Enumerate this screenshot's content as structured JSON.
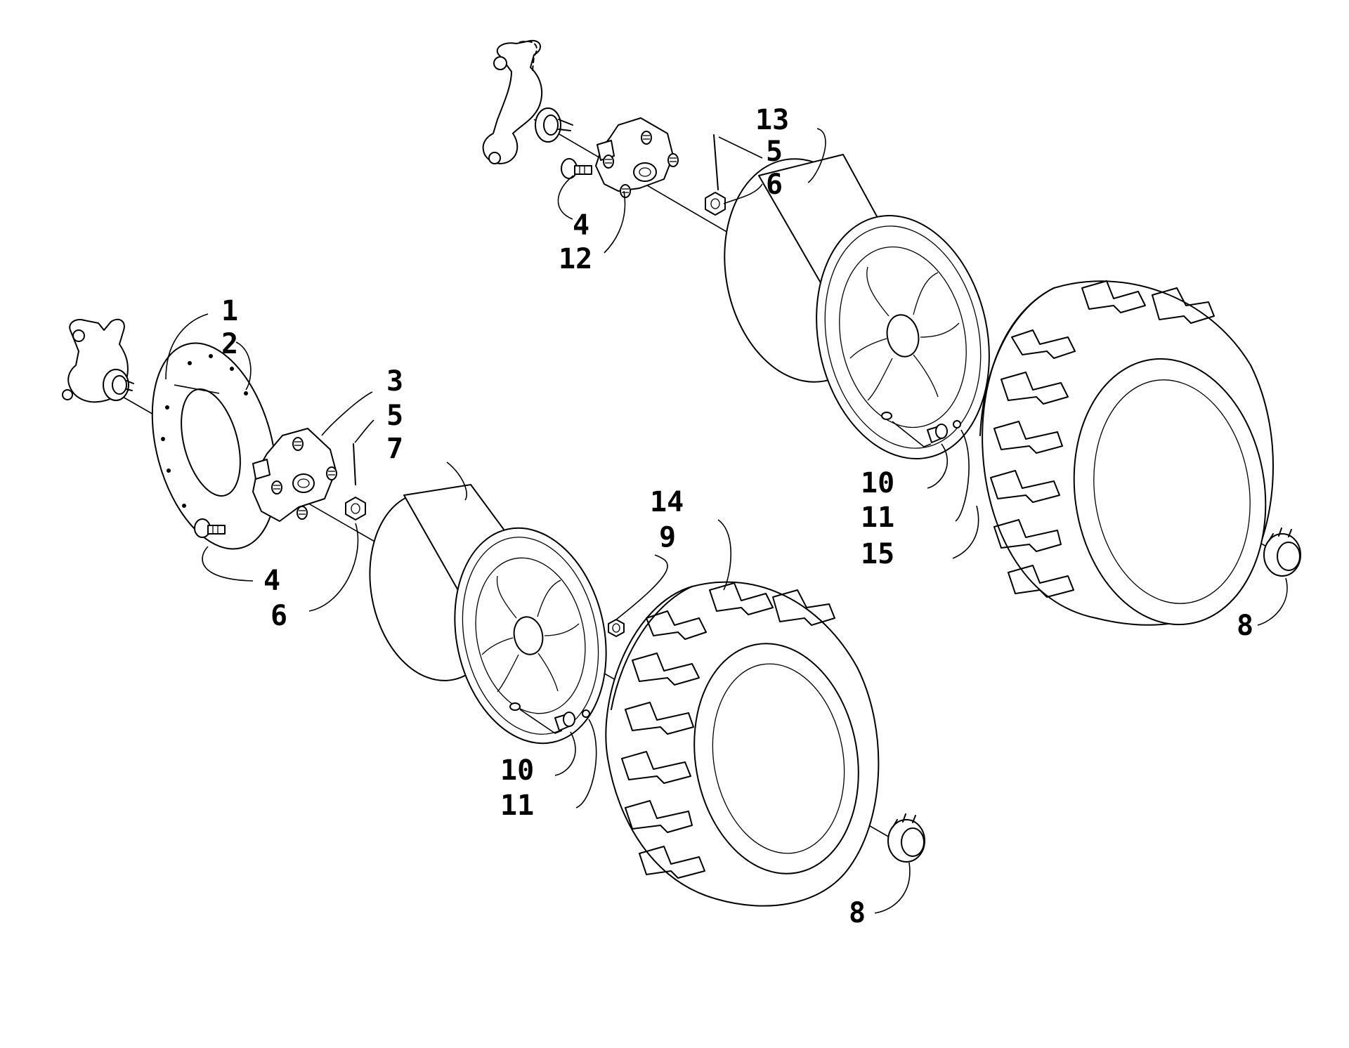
{
  "callouts": [
    {
      "id": "c1",
      "text": "1"
    },
    {
      "id": "c2",
      "text": "2"
    },
    {
      "id": "c3",
      "text": "3"
    },
    {
      "id": "c4a",
      "text": "4"
    },
    {
      "id": "c4b",
      "text": "4"
    },
    {
      "id": "c5a",
      "text": "5"
    },
    {
      "id": "c5b",
      "text": "5"
    },
    {
      "id": "c6a",
      "text": "6"
    },
    {
      "id": "c6b",
      "text": "6"
    },
    {
      "id": "c7",
      "text": "7"
    },
    {
      "id": "c8a",
      "text": "8"
    },
    {
      "id": "c8b",
      "text": "8"
    },
    {
      "id": "c9",
      "text": "9"
    },
    {
      "id": "c10a",
      "text": "10"
    },
    {
      "id": "c10b",
      "text": "10"
    },
    {
      "id": "c11a",
      "text": "11"
    },
    {
      "id": "c11b",
      "text": "11"
    },
    {
      "id": "c12",
      "text": "12"
    },
    {
      "id": "c13",
      "text": "13"
    },
    {
      "id": "c14",
      "text": "14"
    },
    {
      "id": "c15",
      "text": "15"
    }
  ]
}
